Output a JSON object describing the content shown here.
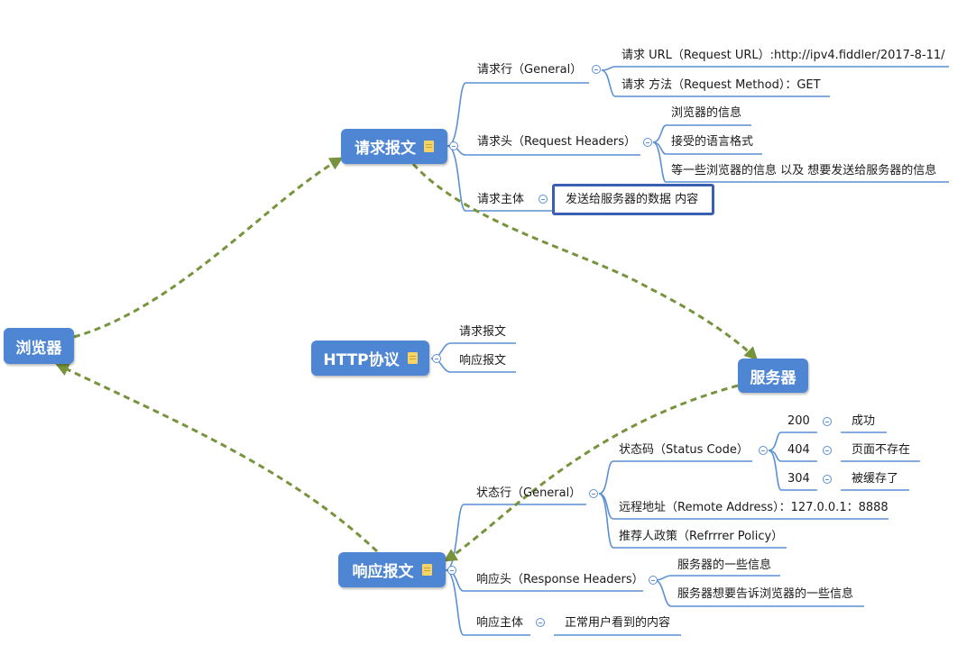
{
  "nodes": {
    "browser": "浏览器",
    "request": "请求报文",
    "http": "HTTP协议",
    "server": "服务器",
    "response": "响应报文"
  },
  "request": {
    "line": "请求行（General）",
    "line_url": "请求 URL（Request URL）:http://ipv4.fiddler/2017-8-11/",
    "line_method": "请求 方法（Request Method）：GET",
    "headers": "请求头（Request Headers）",
    "headers_items": [
      "浏览器的信息",
      "接受的语言格式",
      "等一些浏览器的信息 以及 想要发送给服务器的信息"
    ],
    "body": "请求主体",
    "body_item": "发送给服务器的数据 内容"
  },
  "http": {
    "items": [
      "请求报文",
      "响应报文"
    ]
  },
  "response": {
    "line": "状态行（General）",
    "status_code": "状态码（Status Code）",
    "codes": [
      {
        "code": "200",
        "meaning": "成功"
      },
      {
        "code": "404",
        "meaning": "页面不存在"
      },
      {
        "code": "304",
        "meaning": "被缓存了"
      }
    ],
    "remote": "远程地址（Remote Address）：127.0.0.1：8888",
    "referrer": "推荐人政策（Refrrrer Policy）",
    "headers": "响应头（Response Headers）",
    "headers_items": [
      "服务器的一些信息",
      "服务器想要告诉浏览器的一些信息"
    ],
    "body": "响应主体",
    "body_item": "正常用户看到的内容"
  },
  "colors": {
    "node": "#4f86d4",
    "line": "#5b8fd6",
    "arrow": "#77933c",
    "highlight": "#3b5fb0"
  }
}
